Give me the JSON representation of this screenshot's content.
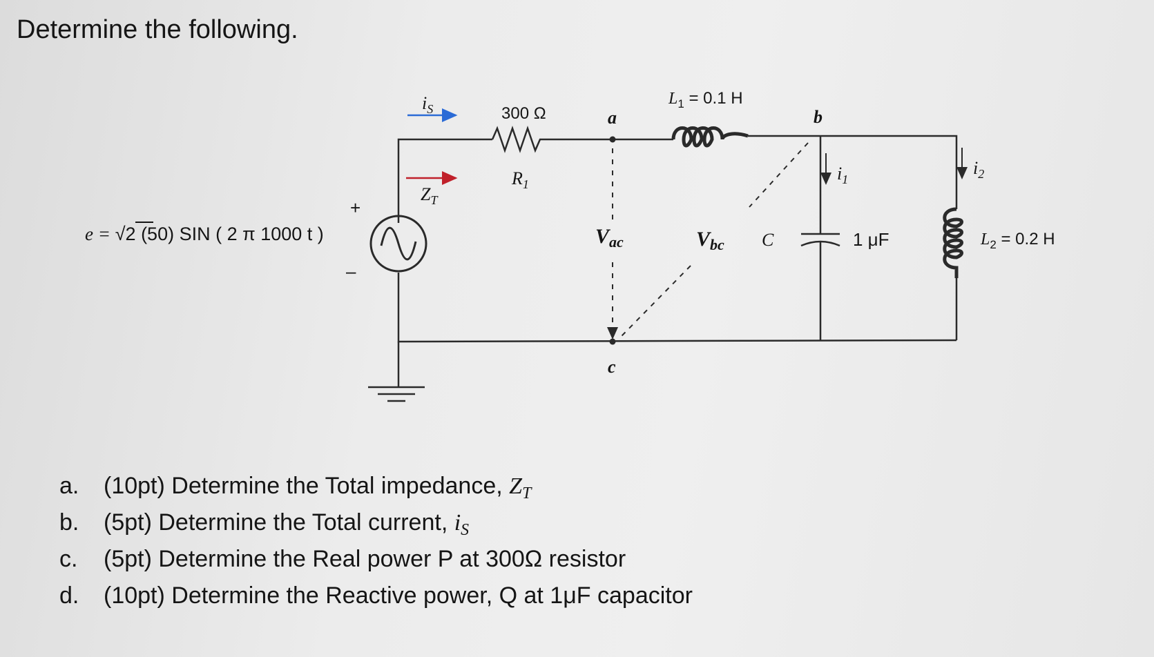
{
  "heading": "Determine the following.",
  "circuit": {
    "source_lhs": "e = ",
    "source_sqrt": "√2",
    "source_rhs": " (50) SIN ( 2 π 1000 t )",
    "plus": "+",
    "minus": "–",
    "is_label": "iS",
    "zt_label": "ZT",
    "r1_value": "300 Ω",
    "r1_name": "R1",
    "node_a": "a",
    "node_b": "b",
    "node_c": "c",
    "l1_label": "L1 = 0.1 H",
    "vac_label": "Vac",
    "vbc_label": "Vbc",
    "c_name": "C",
    "c_value": "1 μF",
    "i1_label": "i1",
    "i2_label": "i2",
    "l2_label": "L2 = 0.2 H"
  },
  "questions": [
    {
      "letter": "a.",
      "text": "(10pt) Determine the Total impedance, ",
      "var": "Z",
      "sub": "T"
    },
    {
      "letter": "b.",
      "text": "(5pt) Determine the Total current, ",
      "var": "i",
      "sub": "S"
    },
    {
      "letter": "c.",
      "text": "(5pt) Determine the Real power P at 300Ω resistor"
    },
    {
      "letter": "d.",
      "text": "(10pt) Determine the Reactive power, Q at 1μF capacitor"
    }
  ],
  "colors": {
    "wire": "#2a2a2a",
    "is_arrow": "#2b6bd6",
    "zt_arrow": "#c0202a",
    "ink": "#151515"
  }
}
